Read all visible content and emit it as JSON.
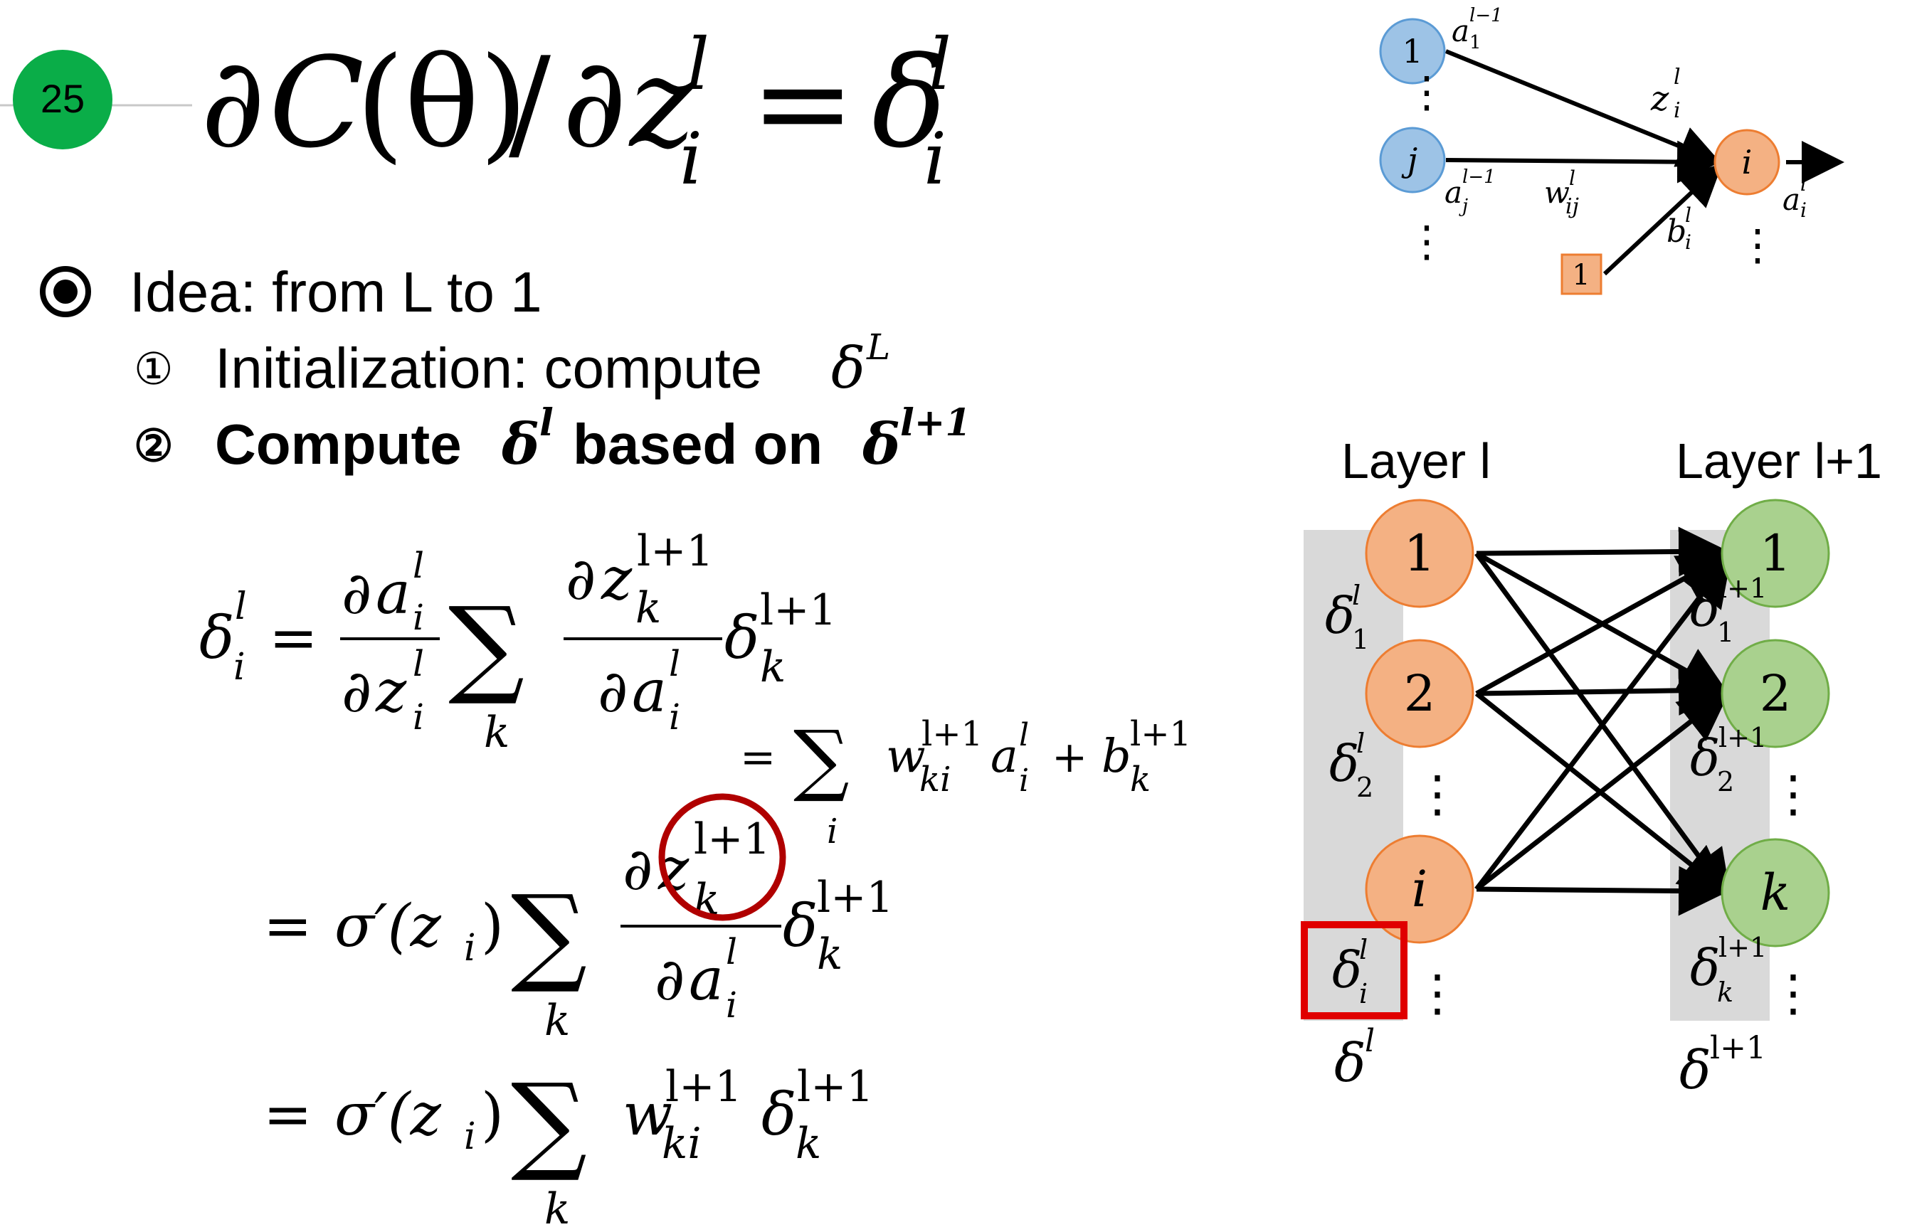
{
  "slide": {
    "number": "25",
    "title": {
      "partial": "∂",
      "C": "C",
      "theta": "(θ)",
      "slash": "/",
      "partial2": "∂",
      "z": "z",
      "sup_l": "l",
      "sub_i": "i",
      "eq": "=",
      "delta": "δ"
    }
  },
  "bullet": {
    "main": "Idea: from L to 1",
    "step1": {
      "marker": "①",
      "text": "Initialization: compute",
      "sym": "δ",
      "sup": "L"
    },
    "step2": {
      "marker": "②",
      "text_a": "Compute",
      "sym": "δ",
      "sup_a": "l",
      "text_b": "based on",
      "sup_b": "l+1"
    }
  },
  "equations": {
    "delta": "δ",
    "l": "l",
    "i": "i",
    "k": "k",
    "eq": "=",
    "sum": "∑",
    "partial": "∂",
    "a": "a",
    "z": "z",
    "lp1": "l+1",
    "sigma_prime": "σ′(z",
    "close": ")",
    "w": "w",
    "ki": "ki",
    "plus": "+",
    "b": "b"
  },
  "top_diagram": {
    "node1": "1",
    "nodej": "j",
    "nodei": "i",
    "bias": "1",
    "a": "a",
    "sup_lm1": "l−1",
    "sub1": "1",
    "subj": "j",
    "z": "z",
    "w": "w",
    "ij": "ij",
    "b": "b",
    "l": "l",
    "i": "i"
  },
  "layers": {
    "left_label": "Layer l",
    "right_label": "Layer l+1",
    "left_nodes": [
      "1",
      "2",
      "i"
    ],
    "right_nodes": [
      "1",
      "2",
      "k"
    ],
    "delta": "δ",
    "l": "l",
    "lp1": "l+1",
    "left_subs": [
      "1",
      "2",
      "i"
    ],
    "right_subs": [
      "1",
      "2",
      "k"
    ]
  },
  "colors": {
    "slide_badge": "#0aad48",
    "blue_node": "#9dc3e6",
    "orange_node": "#f4b183",
    "green_node": "#a9d18e",
    "gray_panel": "#d9d9d9",
    "highlight_red": "#e00000",
    "circle_red": "#b00000"
  }
}
